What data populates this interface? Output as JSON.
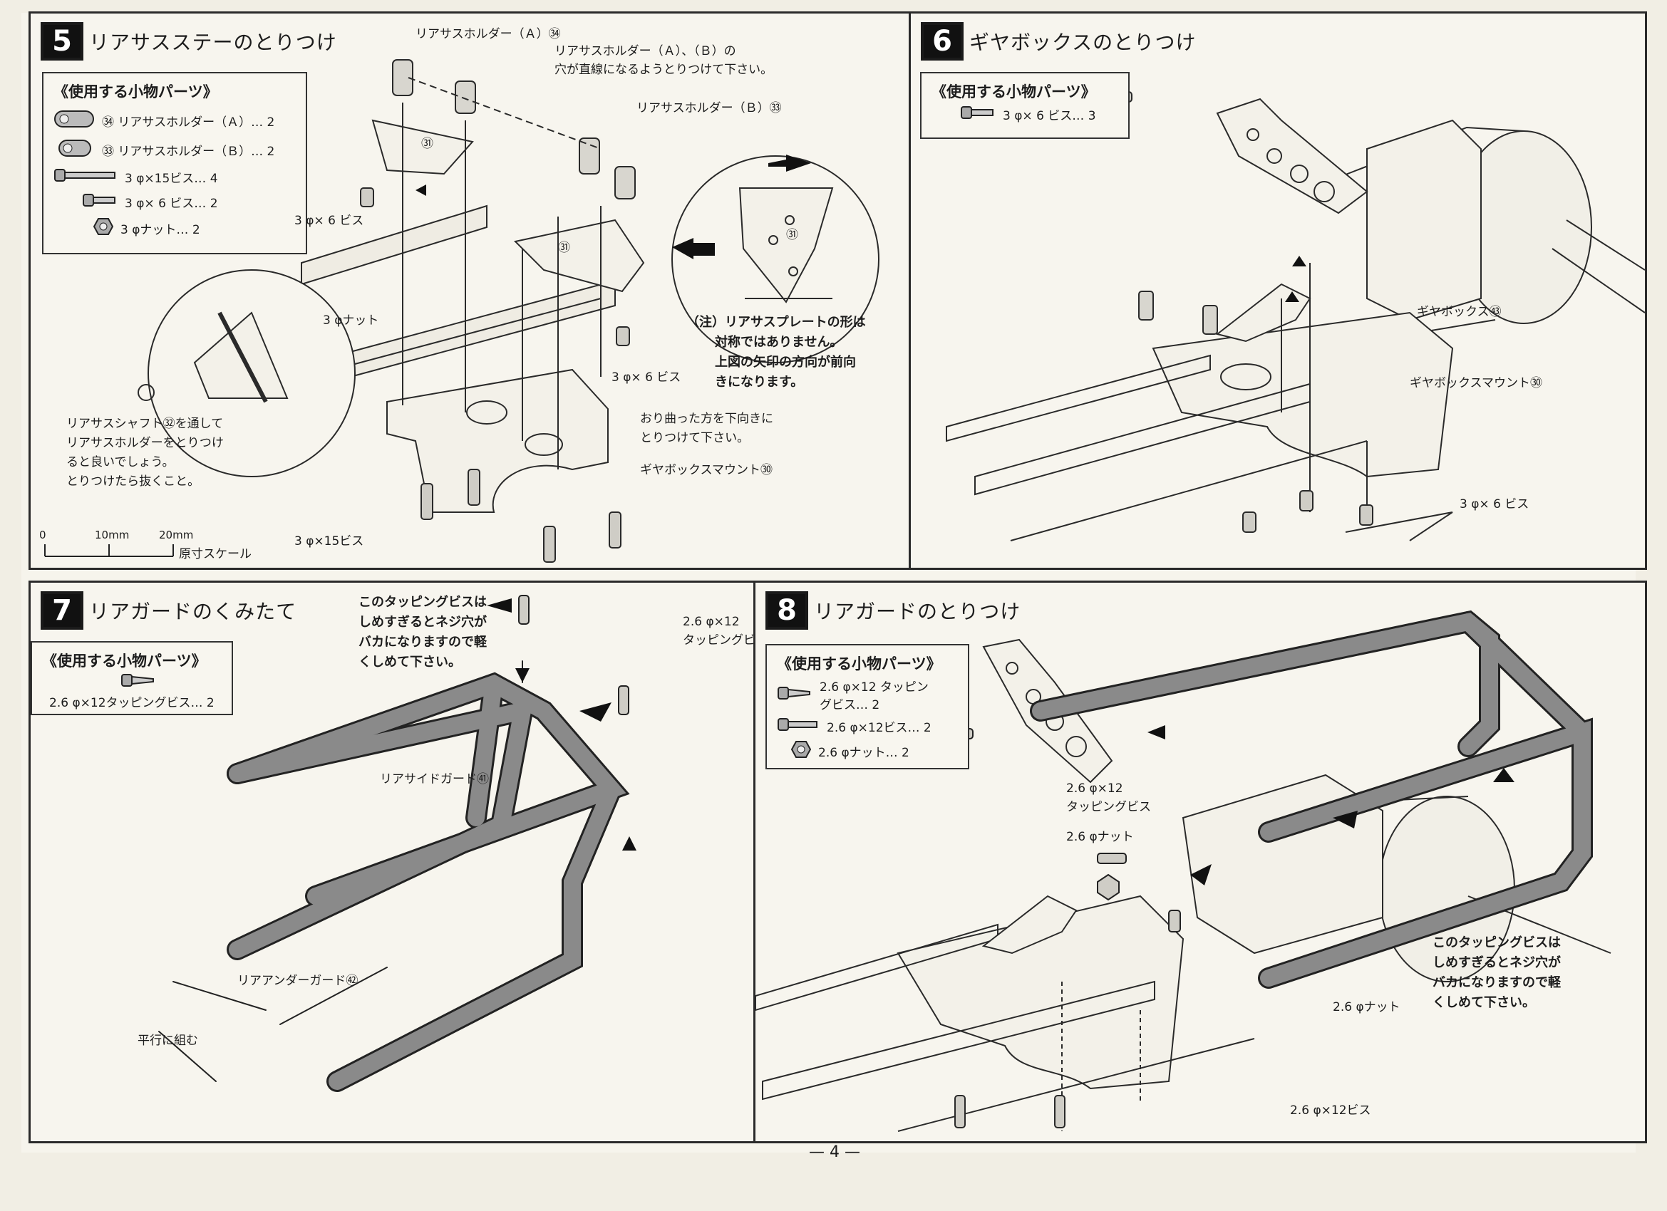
{
  "page_number": "— 4 —",
  "step5": {
    "number": "5",
    "title": "リアサスステーのとりつけ",
    "parts_title": "《使用する小物パーツ》",
    "parts": [
      "㉞ リアサスホルダー（Ａ）… 2",
      "㉝ リアサスホルダー（Ｂ）… 2",
      "3 φ×15ビス… 4",
      "3 φ× 6 ビス… 2",
      "3 φナット… 2"
    ],
    "labels": {
      "holder_a": "リアサスホルダー（Ａ）㉞",
      "align_note_1": "リアサスホルダー（Ａ）、（Ｂ）の",
      "align_note_2": "穴が直線になるようとりつけて下さい。",
      "holder_b": "リアサスホルダー（Ｂ）㉝",
      "screw_3x6_left": "3 φ× 6 ビス",
      "nut_3": "3 φナット",
      "screw_3x6_right": "3 φ× 6 ビス",
      "plate_31": "㉛",
      "bent_1": "おり曲った方を下向きに",
      "bent_2": "とりつけて下さい。",
      "gearbox_mount": "ギヤボックスマウント㉚",
      "screw_3x15": "3 φ×15ビス",
      "caution_1": "（注）リアサスプレートの形は",
      "caution_2": "対称ではありません。",
      "caution_3": "上図の矢印の方向が前向",
      "caution_4": "きになります。",
      "shaft_1": "リアサスシャフト㉜を通して",
      "shaft_2": "リアサスホルダーをとりつけ",
      "shaft_3": "ると良いでしょう。",
      "shaft_4": "とりつけたら抜くこと。",
      "scale_0": "0",
      "scale_10": "10mm",
      "scale_20": "20mm",
      "scale_name": "原寸スケール"
    }
  },
  "step6": {
    "number": "6",
    "title": "ギヤボックスのとりつけ",
    "parts_title": "《使用する小物パーツ》",
    "parts": [
      "3 φ× 6 ビス… 3"
    ],
    "labels": {
      "gearbox": "ギヤボックス㊸",
      "gearbox_mount": "ギヤボックスマウント㉚",
      "screw": "3 φ× 6 ビス"
    }
  },
  "step7": {
    "number": "7",
    "title": "リアガードのくみたて",
    "parts_title": "《使用する小物パーツ》",
    "parts": [
      "2.6 φ×12タッピングビス… 2"
    ],
    "labels": {
      "tap_note_1": "このタッピングビスは",
      "tap_note_2": "しめすぎるとネジ穴が",
      "tap_note_3": "バカになりますので軽",
      "tap_note_4": "くしめて下さい。",
      "tap_screw_1": "2.6 φ×12",
      "tap_screw_2": "タッピングビス",
      "side_guard": "リアサイドガード㊶",
      "under_guard": "リアアンダーガード㊷",
      "parallel": "平行に組む"
    }
  },
  "step8": {
    "number": "8",
    "title": "リアガードのとりつけ",
    "parts_title": "《使用する小物パーツ》",
    "parts": [
      "2.6 φ×12 タッピングビス… 2",
      "2.6 φ×12ビス… 2",
      "2.6 φナット… 2"
    ],
    "labels": {
      "tap_screw_1": "2.6 φ×12",
      "tap_screw_2": "タッピングビス",
      "nut_left": "2.6 φナット",
      "tap_note_1": "このタッピングビスは",
      "tap_note_2": "しめすぎるとネジ穴が",
      "tap_note_3": "バカになりますので軽",
      "tap_note_4": "くしめて下さい。",
      "nut_right": "2.6 φナット",
      "screw_12": "2.6 φ×12ビス"
    }
  }
}
